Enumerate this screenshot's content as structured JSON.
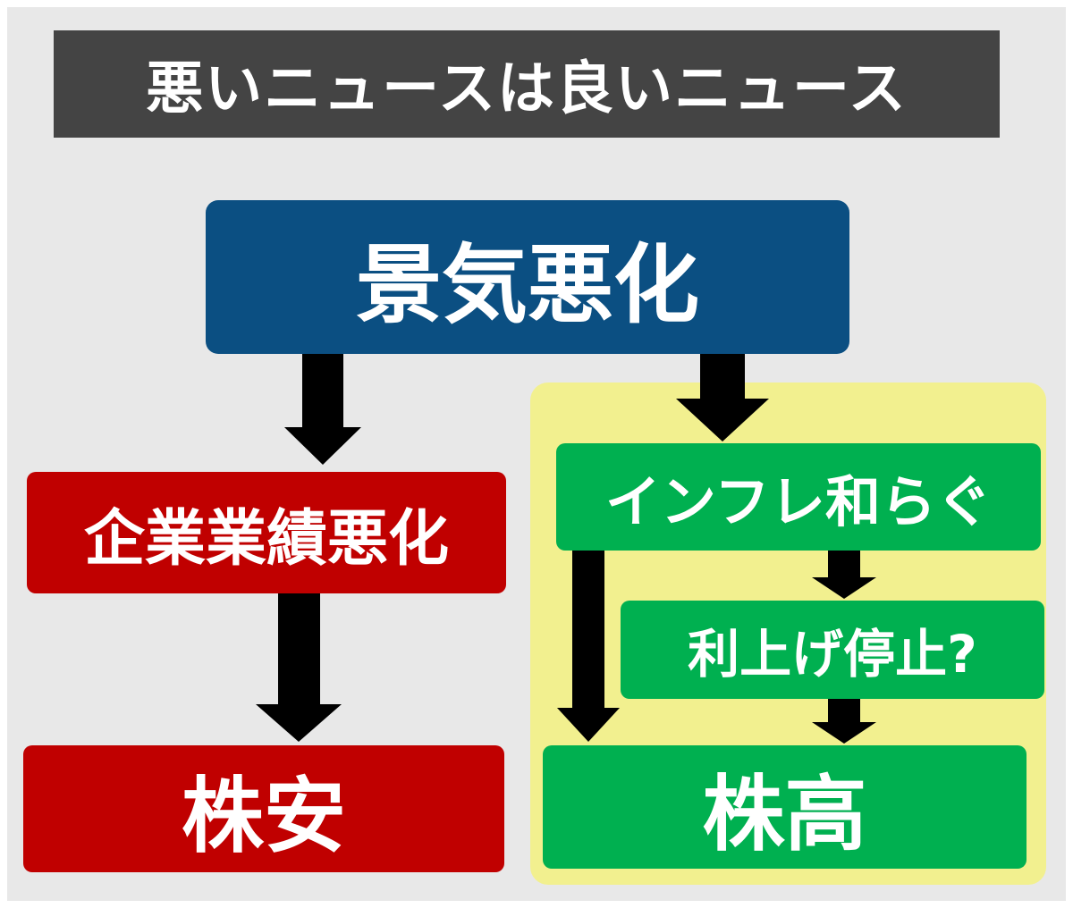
{
  "title": "悪いニュースは良いニュース",
  "root": "景気悪化",
  "left_branch": {
    "effect": "企業業績悪化",
    "result": "株安"
  },
  "right_branch": {
    "effect": "インフレ和らぐ",
    "sub_effect": "利上げ停止?",
    "result": "株高"
  },
  "colors": {
    "background": "#e8e8e8",
    "title_bar": "#444444",
    "root": "#0b4f82",
    "negative": "#c00000",
    "positive": "#00b050",
    "highlight_panel": "#f2f08f",
    "arrow": "#000000"
  }
}
